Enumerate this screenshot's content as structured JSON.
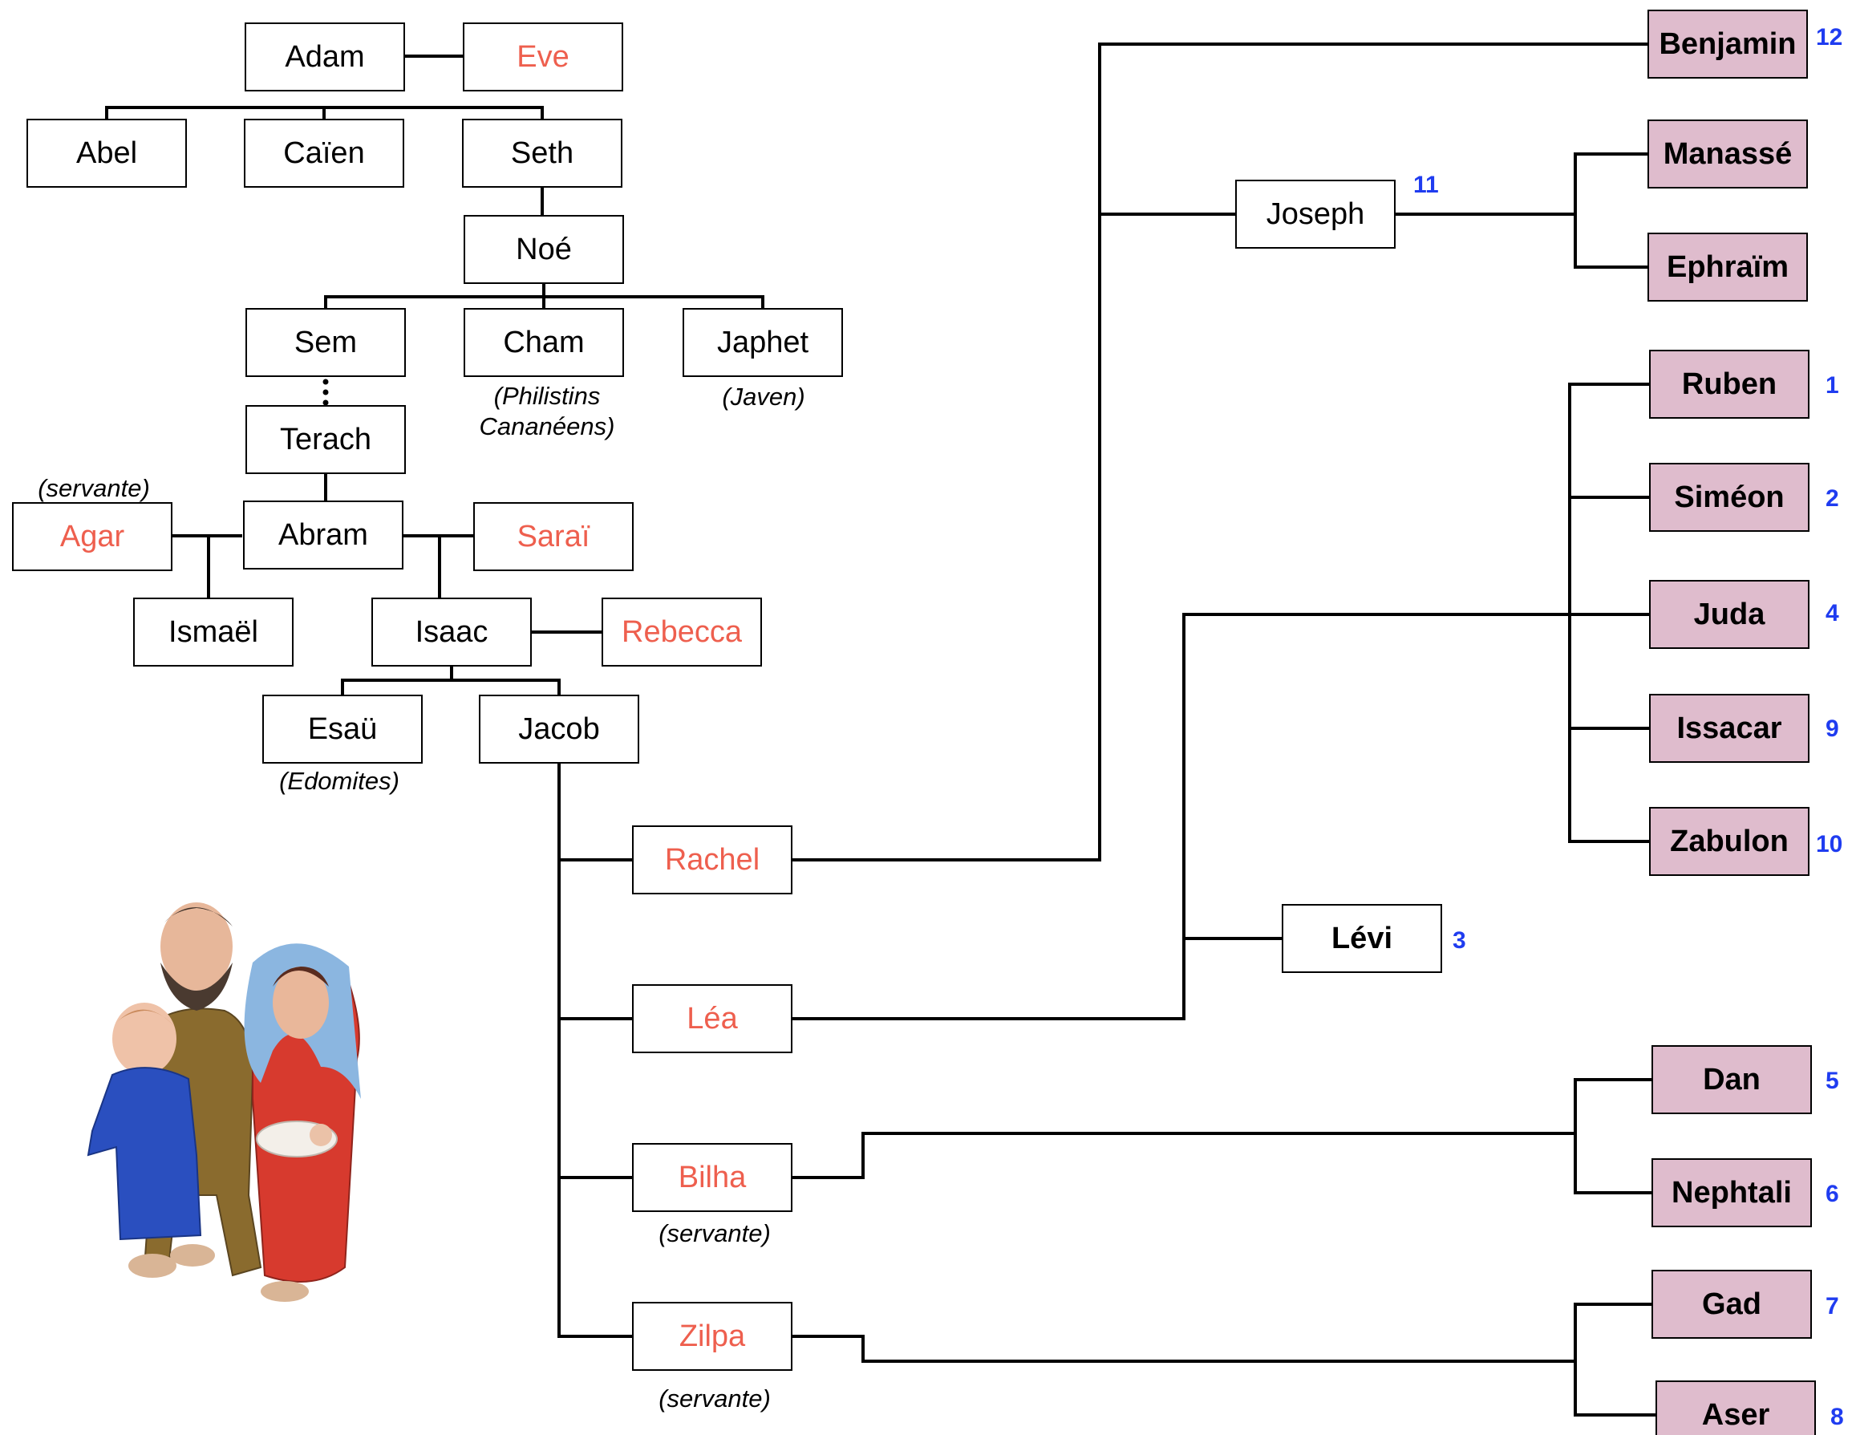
{
  "nodes": {
    "adam": "Adam",
    "eve": "Eve",
    "abel": "Abel",
    "caien": "Caïen",
    "seth": "Seth",
    "noe": "Noé",
    "sem": "Sem",
    "cham": "Cham",
    "japhet": "Japhet",
    "terach": "Terach",
    "agar": "Agar",
    "abram": "Abram",
    "sarai": "Saraï",
    "ismael": "Ismaël",
    "isaac": "Isaac",
    "rebecca": "Rebecca",
    "esau": "Esaü",
    "jacob": "Jacob",
    "rachel": "Rachel",
    "lea": "Léa",
    "bilha": "Bilha",
    "zilpa": "Zilpa",
    "joseph": "Joseph",
    "levi": "Lévi"
  },
  "notes": {
    "cham_line1": "(Philistins",
    "cham_line2": "Cananéens)",
    "japhet": "(Javen)",
    "agar": "(servante)",
    "esau": "(Edomites)",
    "bilha": "(servante)",
    "zilpa": "(servante)"
  },
  "tribes": {
    "benjamin": {
      "name": "Benjamin",
      "number": "12"
    },
    "manasse": {
      "name": "Manassé"
    },
    "ephraim": {
      "name": "Ephraïm"
    },
    "ruben": {
      "name": "Ruben",
      "number": "1"
    },
    "simeon": {
      "name": "Siméon",
      "number": "2"
    },
    "juda": {
      "name": "Juda",
      "number": "4"
    },
    "issacar": {
      "name": "Issacar",
      "number": "9"
    },
    "zabulon": {
      "name": "Zabulon",
      "number": "10"
    },
    "dan": {
      "name": "Dan",
      "number": "5"
    },
    "nephtali": {
      "name": "Nephtali",
      "number": "6"
    },
    "gad": {
      "name": "Gad",
      "number": "7"
    },
    "aser": {
      "name": "Aser",
      "number": "8"
    }
  },
  "joseph_number": "11",
  "levi_number": "3",
  "colors": {
    "line": "#000000",
    "woman_text": "#ee5f4e",
    "tribe_fill": "#dfbccd",
    "number": "#1f3cf0"
  }
}
